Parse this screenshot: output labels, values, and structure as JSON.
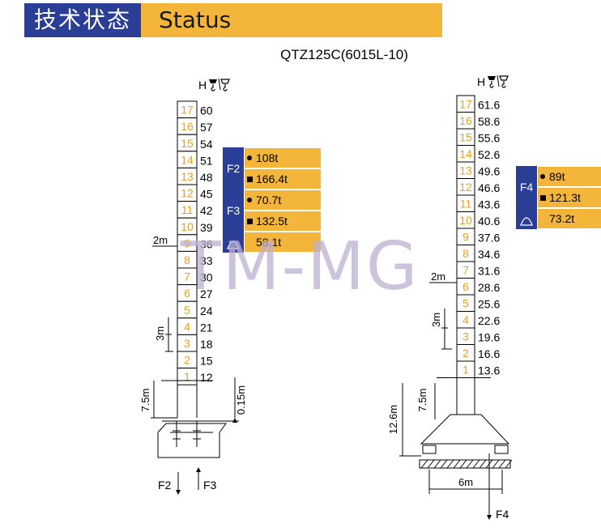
{
  "header": {
    "title_cn": "技术状态",
    "title_en": "Status"
  },
  "model": "QTZ125C(6015L-10)",
  "left_tower": {
    "h_label": "H",
    "icon": "hook-height-icon",
    "sections": [
      {
        "n": "17",
        "h": "60",
        "style": "orange"
      },
      {
        "n": "16",
        "h": "57",
        "style": "orange"
      },
      {
        "n": "15",
        "h": "54",
        "style": "orange"
      },
      {
        "n": "14",
        "h": "51",
        "style": "orange"
      },
      {
        "n": "13",
        "h": "48",
        "style": "orange"
      },
      {
        "n": "12",
        "h": "45",
        "style": "orange"
      },
      {
        "n": "11",
        "h": "42",
        "style": "orange"
      },
      {
        "n": "10",
        "h": "39",
        "style": "orange"
      },
      {
        "n": "9",
        "h": "36",
        "style": "orange"
      },
      {
        "n": "8",
        "h": "33",
        "style": "orange"
      },
      {
        "n": "7",
        "h": "30",
        "style": "orange"
      },
      {
        "n": "6",
        "h": "27",
        "style": "orange"
      },
      {
        "n": "5",
        "h": "24",
        "style": "orange"
      },
      {
        "n": "4",
        "h": "21",
        "style": "orange"
      },
      {
        "n": "3",
        "h": "18",
        "style": "orange"
      },
      {
        "n": "2",
        "h": "15",
        "style": "orange"
      },
      {
        "n": "1",
        "h": "12",
        "style": "orange"
      }
    ],
    "dims": {
      "tie": "2m",
      "section": "3m",
      "base": "7.5m",
      "anchor": "0.15m"
    },
    "loads": [
      {
        "label": "F2",
        "rows": [
          {
            "icon": "dot-icon",
            "value": "108t"
          },
          {
            "icon": "square-icon",
            "value": "166.4t"
          }
        ]
      },
      {
        "label": "F3",
        "rows": [
          {
            "icon": "dot-icon",
            "value": "70.7t"
          },
          {
            "icon": "square-icon",
            "value": "132.5t"
          }
        ]
      },
      {
        "label": "",
        "rows": [
          {
            "icon": "bell-icon",
            "value": "58.1t"
          }
        ]
      }
    ],
    "forces": {
      "down": "F2",
      "up": "F3"
    }
  },
  "right_tower": {
    "h_label": "H",
    "icon": "hook-height-icon",
    "sections": [
      {
        "n": "17",
        "h": "61.6",
        "style": "orange"
      },
      {
        "n": "16",
        "h": "58.6",
        "style": "orange"
      },
      {
        "n": "15",
        "h": "55.6",
        "style": "orange"
      },
      {
        "n": "14",
        "h": "52.6",
        "style": "orange"
      },
      {
        "n": "13",
        "h": "49.6",
        "style": "orange"
      },
      {
        "n": "12",
        "h": "46.6",
        "style": "orange"
      },
      {
        "n": "11",
        "h": "43.6",
        "style": "orange"
      },
      {
        "n": "10",
        "h": "40.6",
        "style": "orange"
      },
      {
        "n": "9",
        "h": "37.6",
        "style": "orange"
      },
      {
        "n": "8",
        "h": "34.6",
        "style": "orange"
      },
      {
        "n": "7",
        "h": "31.6",
        "style": "orange"
      },
      {
        "n": "6",
        "h": "28.6",
        "style": "orange"
      },
      {
        "n": "5",
        "h": "25.6",
        "style": "orange"
      },
      {
        "n": "4",
        "h": "22.6",
        "style": "orange"
      },
      {
        "n": "3",
        "h": "19.6",
        "style": "orange"
      },
      {
        "n": "2",
        "h": "16.6",
        "style": "orange"
      },
      {
        "n": "1",
        "h": "13.6",
        "style": "orange"
      }
    ],
    "dims": {
      "tie": "2m",
      "section": "3m",
      "base": "7.5m",
      "total": "12.6m",
      "span": "6m"
    },
    "loads": [
      {
        "label": "F4",
        "rows": [
          {
            "icon": "dot-icon",
            "value": "89t"
          },
          {
            "icon": "square-icon",
            "value": "121.3t"
          }
        ]
      },
      {
        "label": "",
        "rows": [
          {
            "icon": "bell-icon",
            "value": "73.2t"
          }
        ]
      }
    ],
    "forces": {
      "down": "F4"
    }
  },
  "watermark": "TM-MG",
  "colors": {
    "navy": "#2A3E96",
    "orange": "#F4B63A",
    "section_text": "#E8A020"
  }
}
